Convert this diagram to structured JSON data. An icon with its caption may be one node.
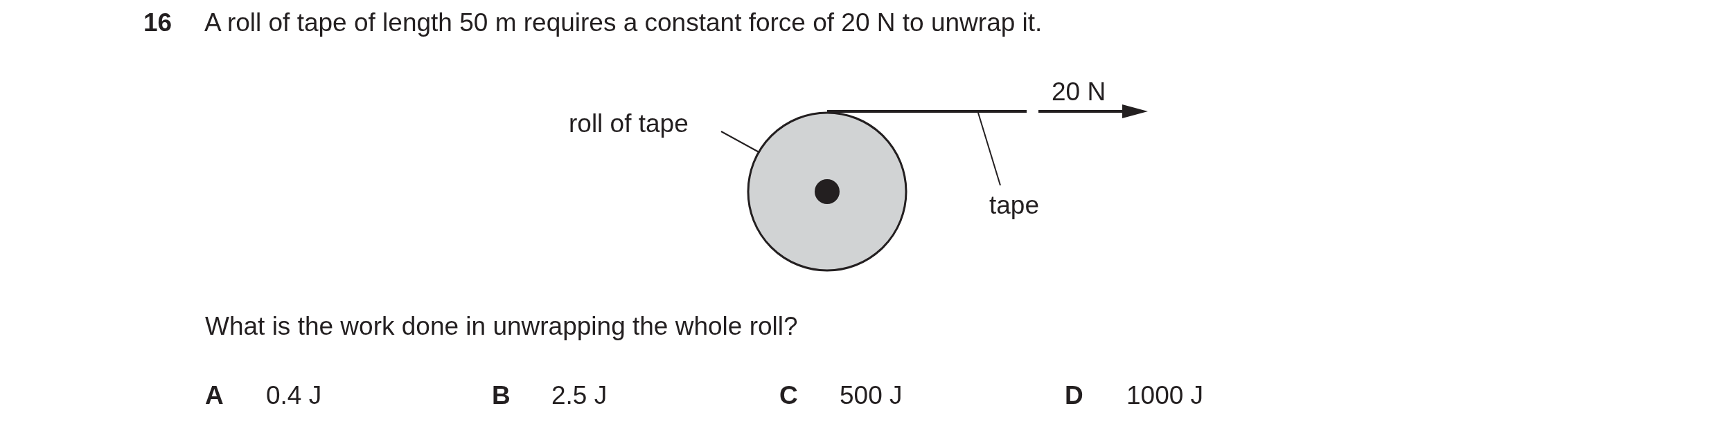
{
  "diagram": {
    "nodes": [
      {
        "text": [
          "roll of tape"
        ]
      },
      {
        "text": [],
        "shape": "circle"
      },
      {
        "text": [
          "tape"
        ]
      },
      {
        "text": [],
        "shape": "line"
      }
    ],
    "edges": [
      {
        "from": 0,
        "to": 1,
        "arrow": "none"
      },
      {
        "from": 2,
        "to": 3,
        "arrow": "none"
      }
    ],
    "labels": [
      "16",
      "A roll of tape of length 50 m requires a constant force of 20 N to unwrap it.",
      "20 N",
      "What is the work done in unwrapping the whole roll?",
      "A",
      "0.4 J",
      "B",
      "2.5 J",
      "C",
      "500 J",
      "D",
      "1000 J"
    ]
  }
}
